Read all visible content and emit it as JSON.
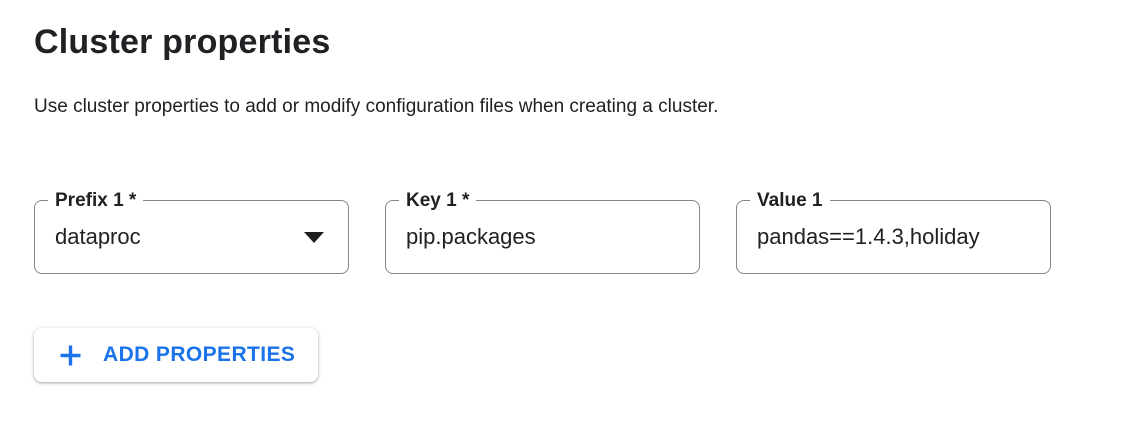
{
  "page": {
    "title": "Cluster properties",
    "description": "Use cluster properties to add or modify configuration files when creating a cluster."
  },
  "form": {
    "rows": [
      {
        "prefix": {
          "label": "Prefix 1 *",
          "value": "dataproc"
        },
        "key": {
          "label": "Key 1 *",
          "value": "pip.packages"
        },
        "value": {
          "label": "Value 1",
          "value": "pandas==1.4.3,holiday"
        }
      }
    ],
    "add_button": {
      "label": "ADD PROPERTIES",
      "icon": "plus-icon"
    }
  },
  "colors": {
    "accent_blue": "#1a73e8",
    "field_border_gray": "#80868b",
    "text_dark": "#202124",
    "background": "#ffffff"
  }
}
